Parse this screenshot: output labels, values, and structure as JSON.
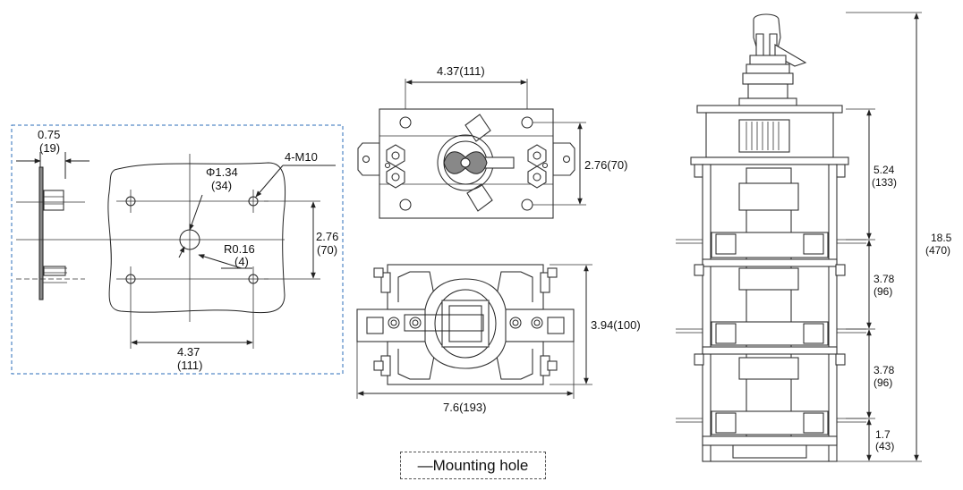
{
  "mounting_hole": {
    "dim_075": "0.75",
    "dim_19": "(19)",
    "dim_4m10": "4-M10",
    "dim_phi134": "Φ1.34",
    "dim_34": "(34)",
    "dim_r016": "R0.16",
    "dim_4": "(4)",
    "dim_276": "2.76",
    "dim_70": "(70)",
    "dim_437": "4.37",
    "dim_111": "(111)"
  },
  "top_view": {
    "width_label": "4.37(111)",
    "height_label": "2.76(70)"
  },
  "front_view": {
    "height_label": "3.94(100)",
    "width_label": "7.6(193)"
  },
  "side_view": {
    "total_a": "18.5",
    "total_b": "(470)",
    "d1_a": "5.24",
    "d1_b": "(133)",
    "d2_a": "3.78",
    "d2_b": "(96)",
    "d3_a": "3.78",
    "d3_b": "(96)",
    "d4_a": "1.7",
    "d4_b": "(43)"
  },
  "caption": "—Mounting hole"
}
